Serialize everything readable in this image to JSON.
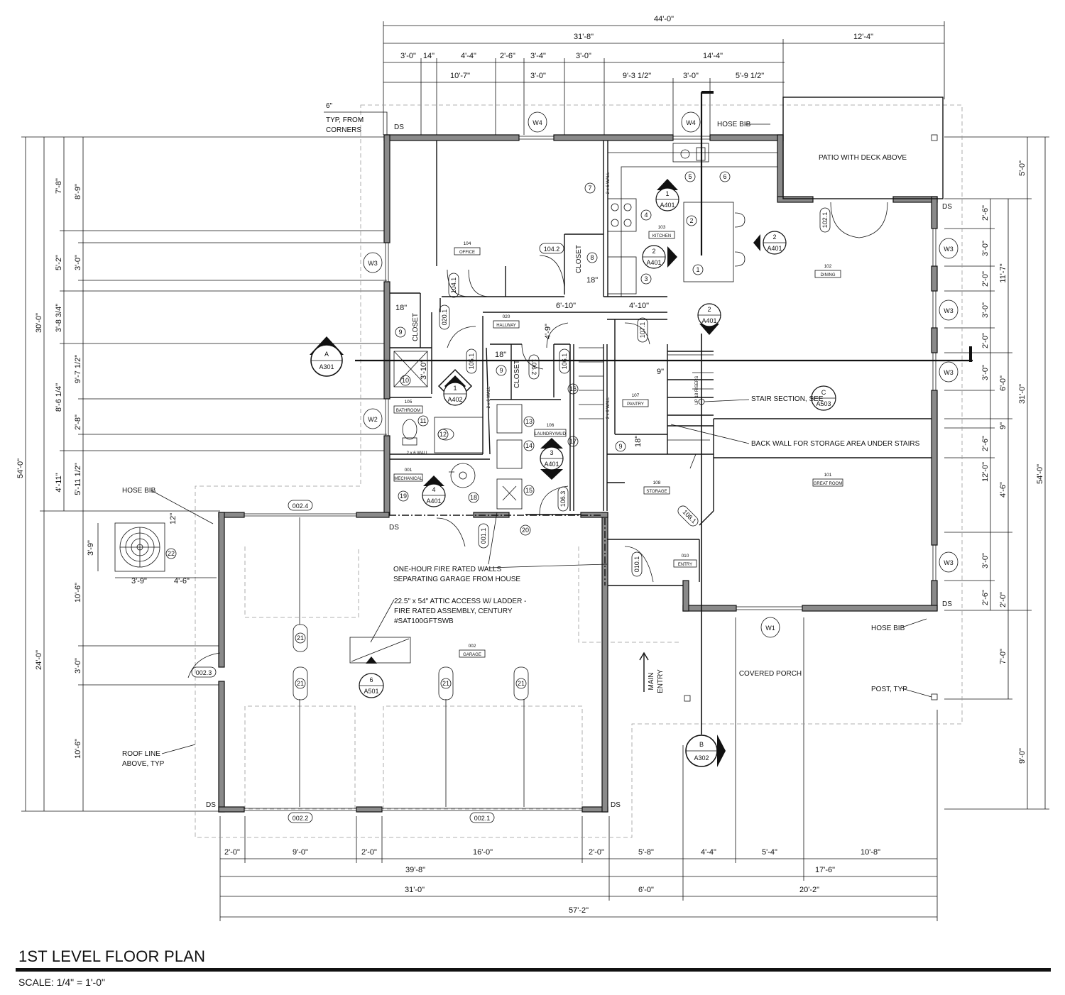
{
  "sheet": {
    "title": "1ST LEVEL FLOOR PLAN",
    "scale": "SCALE: 1/4\" = 1'-0\""
  },
  "top_dims": {
    "overall": "44'-0\"",
    "row2": [
      "31'-8\"",
      "12'-4\""
    ],
    "row3": [
      "3'-0\"",
      "14\"",
      "4'-4\"",
      "2'-6\"",
      "3'-4\"",
      "3'-0\"",
      "14'-4\""
    ],
    "row4": [
      "10'-7\"",
      "3'-0\"",
      "9'-3 1/2\"",
      "3'-0\"",
      "5'-9 1/2\""
    ]
  },
  "left_dims": {
    "outer": [
      "54'-0\""
    ],
    "col2": [
      "30'-0\"",
      "24'-0\""
    ],
    "col3": [
      "7'-8\"",
      "5'-2\"",
      "3'-8 3/4\"",
      "8'-6 1/4\"",
      "4'-11\""
    ],
    "col4": [
      "8'-9\"",
      "3'-0\"",
      "9'-7 1/2\"",
      "2'-8\"",
      "5'-11 1/2\""
    ],
    "garage": [
      "10'-6\"",
      "3'-0\"",
      "10'-6\""
    ]
  },
  "right_dims": {
    "outer": [
      "54'-0\""
    ],
    "col2": [
      "5'-0\"",
      "31'-0\"",
      "9'-0\""
    ],
    "col3": [
      "11'-7\"",
      "6'-0\"",
      "4'-6\"",
      "2'-0\"",
      "7'-0\""
    ],
    "col4": [
      "2'-6\"",
      "3'-0\"",
      "2'-0\"",
      "3'-0\"",
      "2'-0\"",
      "3'-0\"",
      "9\"",
      "2'-6\"",
      "12'-0\"",
      "3'-0\"",
      "2'-6\""
    ]
  },
  "bottom_dims": {
    "row1": [
      "2'-0\"",
      "9'-0\"",
      "2'-0\"",
      "16'-0\"",
      "2'-0\"",
      "5'-8\"",
      "4'-4\"",
      "5'-4\"",
      "10'-8\""
    ],
    "row2": [
      "39'-8\"",
      "17'-6\""
    ],
    "row3": [
      "31'-0\"",
      "6'-0\"",
      "20'-2\""
    ],
    "overall": "57'-2\""
  },
  "rooms": [
    {
      "num": "104",
      "name": "OFFICE"
    },
    {
      "num": "103",
      "name": "KITCHEN"
    },
    {
      "num": "102",
      "name": "DINING"
    },
    {
      "num": "020",
      "name": "HALLWAY"
    },
    {
      "num": "105",
      "name": "BATHROOM"
    },
    {
      "num": "106",
      "name": "LAUNDRY/MUD"
    },
    {
      "num": "107",
      "name": "PANTRY"
    },
    {
      "num": "101",
      "name": "GREAT ROOM"
    },
    {
      "num": "001",
      "name": "MECHANICAL"
    },
    {
      "num": "108",
      "name": "STORAGE"
    },
    {
      "num": "010",
      "name": "ENTRY"
    },
    {
      "num": "002",
      "name": "GARAGE"
    }
  ],
  "door_tags": [
    "104.2",
    "104.1",
    "020.1",
    "105.1",
    "106.2",
    "106.1",
    "107.1",
    "102.1",
    "106.3",
    "001.1",
    "010.1",
    "108.1",
    "002.4",
    "002.3",
    "002.2",
    "002.1"
  ],
  "window_tags": [
    "W4",
    "W4",
    "W3",
    "W2",
    "W3",
    "W3",
    "W3",
    "W3",
    "W1"
  ],
  "section_markers": [
    {
      "id": "A",
      "sheet": "A301"
    },
    {
      "id": "B",
      "sheet": "A302"
    },
    {
      "id": "C",
      "sheet": "A503"
    }
  ],
  "elevation_markers": [
    {
      "id": "1",
      "sheet": "A401"
    },
    {
      "id": "2",
      "sheet": "A401"
    },
    {
      "id": "2",
      "sheet": "A401"
    },
    {
      "id": "2",
      "sheet": "A401"
    },
    {
      "id": "3",
      "sheet": "A401"
    },
    {
      "id": "4",
      "sheet": "A401"
    },
    {
      "id": "1",
      "sheet": "A402"
    },
    {
      "id": "6",
      "sheet": "A501"
    }
  ],
  "notes": {
    "corner": [
      "6\"",
      "TYP, FROM",
      "CORNERS"
    ],
    "hose_bib": "HOSE BIB",
    "patio": "PATIO WITH DECK ABOVE",
    "stair_section": "STAIR SECTION, SEE",
    "back_wall": "BACK WALL FOR STORAGE AREA UNDER STAIRS",
    "fire_walls": [
      "ONE-HOUR FIRE RATED WALLS",
      "SEPARATING GARAGE FROM HOUSE"
    ],
    "attic": [
      "22.5\" x 54\" ATTIC ACCESS W/ LADDER -",
      "FIRE RATED ASSEMBLY, CENTURY",
      "#SAT100GFTSWB"
    ],
    "covered_porch": "COVERED PORCH",
    "post": "POST, TYP",
    "roof_line": [
      "ROOF LINE",
      "ABOVE, TYP"
    ],
    "main_entry": [
      "MAIN",
      "ENTRY"
    ],
    "closet": "CLOSET",
    "wall_2x6": "2 x 6 WALL",
    "stair_risers": "UP 18 RISERS",
    "ds": "DS",
    "small_dims": [
      "18\"",
      "18\"",
      "18\"",
      "18\"",
      "6'-10\"",
      "4'-10\"",
      "4'-9\"",
      "3'-10\"",
      "9\"",
      "12\"",
      "3'-9\"",
      "3'-9\"",
      "4'-6\""
    ]
  },
  "keynotes": [
    "1",
    "2",
    "3",
    "4",
    "5",
    "6",
    "7",
    "8",
    "9",
    "10",
    "11",
    "12",
    "13",
    "14",
    "15",
    "16",
    "17",
    "18",
    "19",
    "20",
    "21",
    "22"
  ]
}
